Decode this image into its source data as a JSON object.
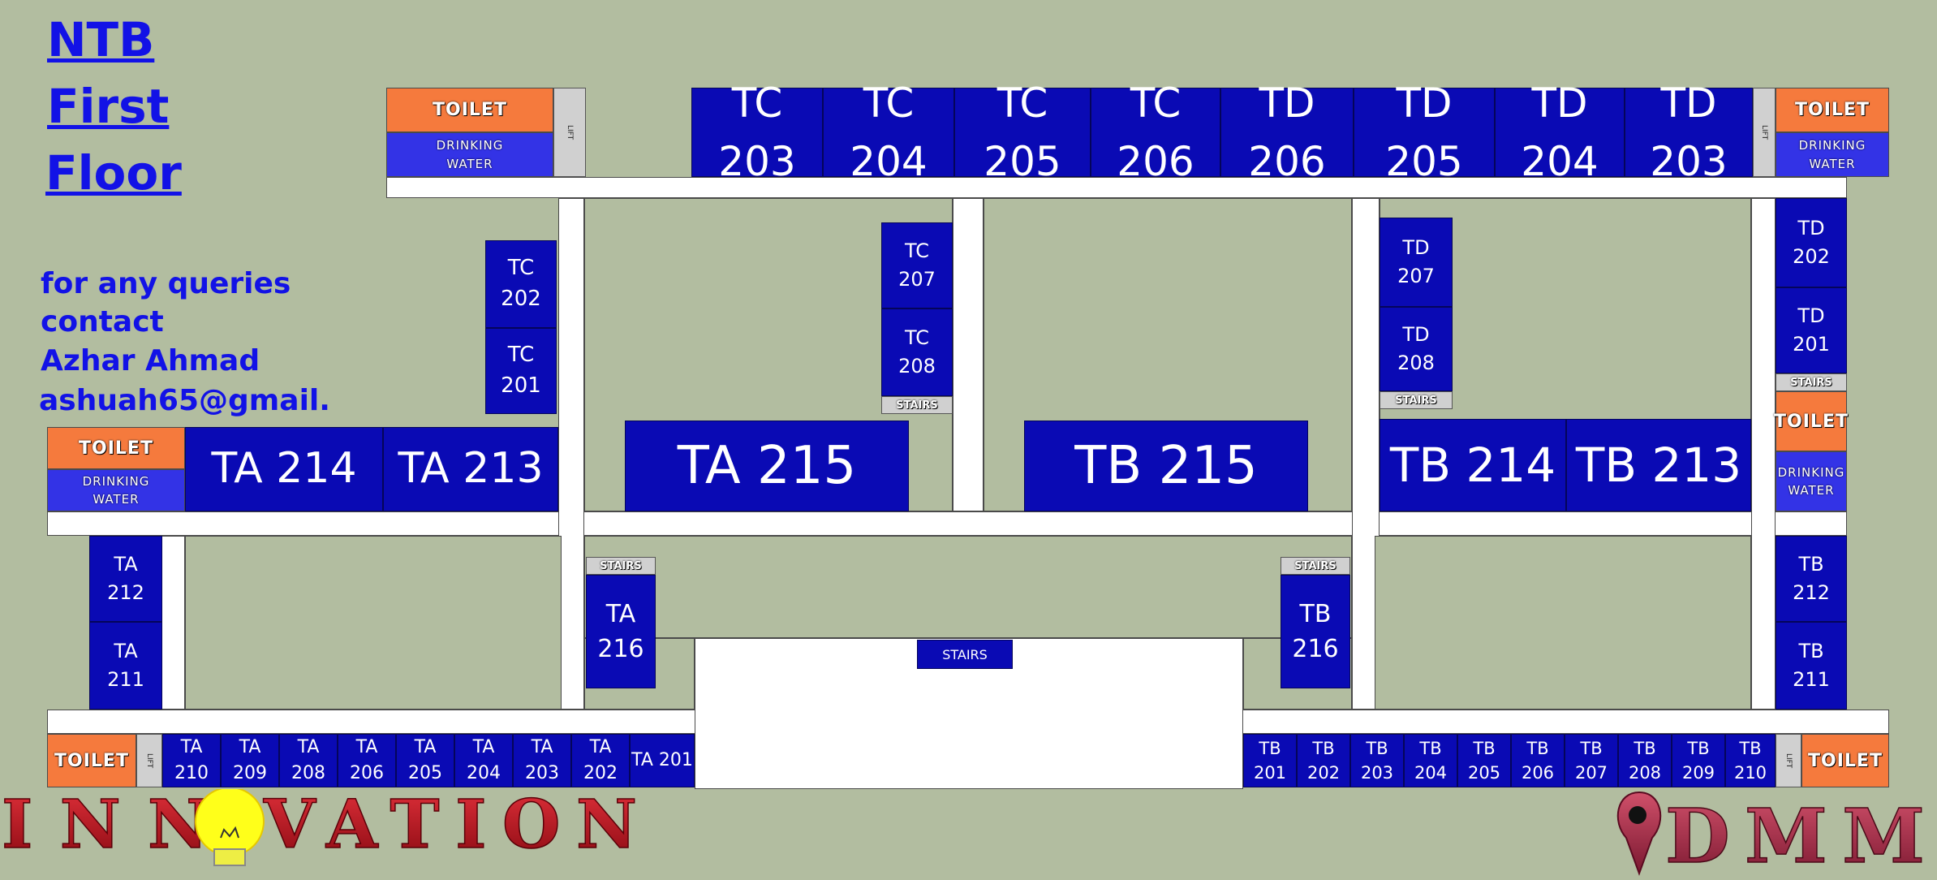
{
  "title": {
    "line1": "NTB",
    "line2": "First",
    "line3": "Floor"
  },
  "contact": {
    "line1": "for any queries",
    "line2": "contact",
    "line3": "Azhar Ahmad",
    "line4": "ashuah65@gmail."
  },
  "labels": {
    "toilet": "TOILET",
    "water": "DRINKING\nWATER",
    "stairs": "STAIRS",
    "lift": "LIFT"
  },
  "rooms": {
    "tc203": "TC 203",
    "tc204": "TC 204",
    "tc205": "TC 205",
    "tc206": "TC 206",
    "td206": "TD 206",
    "td205": "TD 205",
    "td204": "TD 204",
    "td203": "TD 203",
    "tc202": "TC\n202",
    "tc201": "TC\n201",
    "tc207": "TC\n207",
    "tc208": "TC\n208",
    "td207": "TD\n207",
    "td208": "TD\n208",
    "td202": "TD\n202",
    "td201": "TD\n201",
    "ta214": "TA 214",
    "ta213": "TA 213",
    "ta215": "TA 215",
    "tb215": "TB 215",
    "tb214": "TB 214",
    "tb213": "TB 213",
    "ta212": "TA\n212",
    "ta211": "TA\n211",
    "ta216": "TA\n216",
    "tb216": "TB\n216",
    "tb212": "TB\n212",
    "tb211": "TB\n211",
    "ta210": "TA 210",
    "ta209": "TA 209",
    "ta208": "TA 208",
    "ta206": "TA 206",
    "ta205": "TA 205",
    "ta204": "TA 204",
    "ta203": "TA 203",
    "ta202": "TA 202",
    "ta201": "TA 201",
    "tb201": "TB 201",
    "tb202": "TB 202",
    "tb203": "TB 203",
    "tb204": "TB 204",
    "tb205": "TB 205",
    "tb206": "TB 206",
    "tb207": "TB 207",
    "tb208": "TB 208",
    "tb209": "TB 209",
    "tb210": "TB 210"
  },
  "logos": {
    "innovation": "INNOVATION",
    "dmm": "DMM"
  },
  "colors": {
    "room": "#0a0ab4",
    "toilet": "#f57a3d",
    "water": "#3333e6",
    "background": "#b2bda0",
    "title": "#1212e6"
  }
}
